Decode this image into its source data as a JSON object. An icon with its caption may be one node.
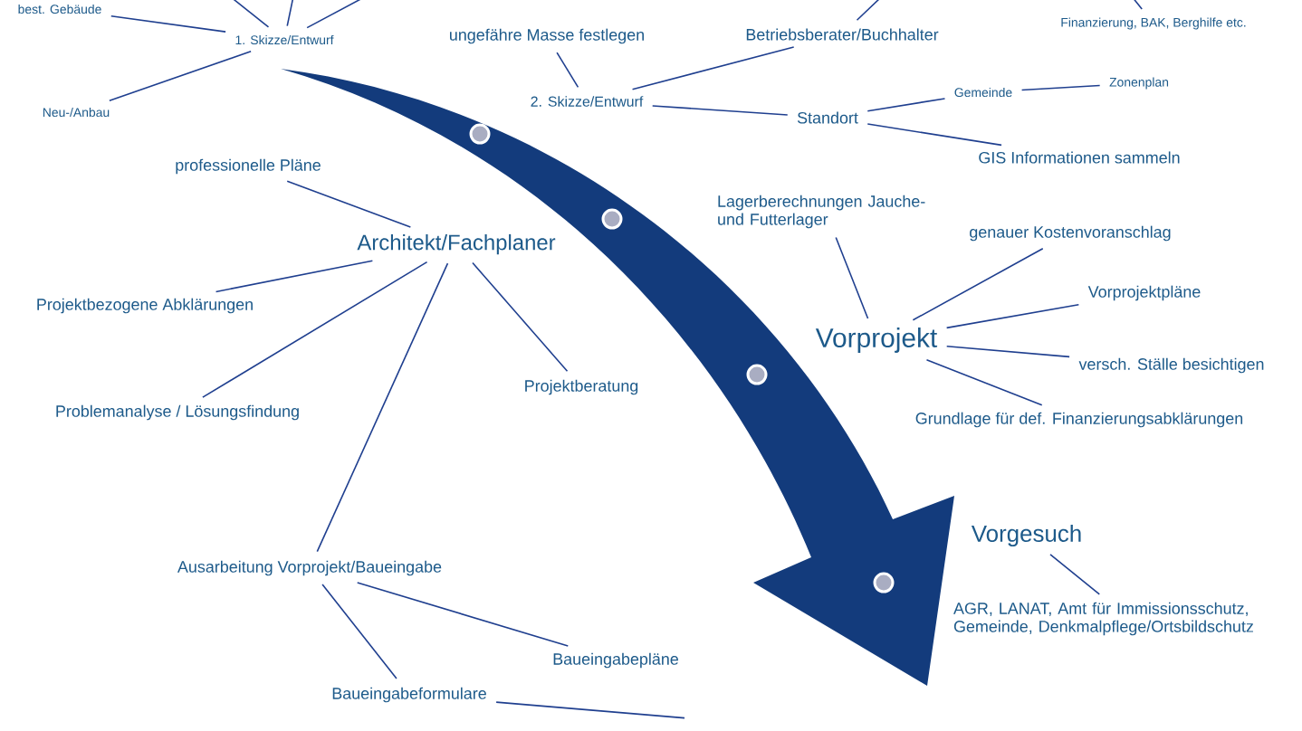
{
  "diagram": {
    "nodes": [
      {
        "text": [
          "best. Gebäude"
        ]
      },
      {
        "text": [
          "1. Skizze/Entwurf"
        ]
      },
      {
        "text": [
          "Neu-/Anbau"
        ]
      },
      {
        "text": [
          "ungefähre Masse festlegen"
        ]
      },
      {
        "text": [
          "2. Skizze/Entwurf"
        ]
      },
      {
        "text": [
          "Betriebsberater/Buchhalter"
        ]
      },
      {
        "text": [
          "Finanzierung, BAK, Berghilfe etc."
        ]
      },
      {
        "text": [
          "Standort"
        ]
      },
      {
        "text": [
          "Gemeinde"
        ]
      },
      {
        "text": [
          "Zonenplan"
        ]
      },
      {
        "text": [
          "GIS Informationen sammeln"
        ]
      },
      {
        "text": [
          "professionelle Pläne"
        ]
      },
      {
        "text": [
          "Architekt/Fachplaner"
        ]
      },
      {
        "text": [
          "Projektbezogene Abklärungen"
        ]
      },
      {
        "text": [
          "Problemanalyse / Lösungsfindung"
        ]
      },
      {
        "text": [
          "Projektberatung"
        ]
      },
      {
        "text": [
          "Lagerberechnungen Jauche- und Futterlager"
        ]
      },
      {
        "text": [
          "genauer Kostenvoranschlag"
        ]
      },
      {
        "text": [
          "Vorprojekt"
        ]
      },
      {
        "text": [
          "Vorprojektpläne"
        ]
      },
      {
        "text": [
          "versch. Ställe besichtigen"
        ]
      },
      {
        "text": [
          "Grundlage für def. Finanzierungsabklärungen"
        ]
      },
      {
        "text": [
          "Vorgesuch"
        ]
      },
      {
        "text": [
          "AGR, LANAT, Amt für Immissionsschutz, Gemeinde, Denkmalpflege/Ortsbildschutz"
        ]
      },
      {
        "text": [
          "Ausarbeitung Vorprojekt/Baueingabe"
        ]
      },
      {
        "text": [
          "Baueingabepläne"
        ]
      },
      {
        "text": [
          "Baueingabeformulare"
        ]
      }
    ],
    "edges": [
      {
        "from": 0,
        "to": 1,
        "arrow": "none"
      },
      {
        "from": 1,
        "to": null,
        "arrow": "none"
      },
      {
        "from": 1,
        "to": null,
        "arrow": "none"
      },
      {
        "from": 1,
        "to": null,
        "arrow": "none"
      },
      {
        "from": 1,
        "to": 2,
        "arrow": "none"
      },
      {
        "from": 3,
        "to": 4,
        "arrow": "none"
      },
      {
        "from": 4,
        "to": 5,
        "arrow": "none"
      },
      {
        "from": 4,
        "to": 7,
        "arrow": "none"
      },
      {
        "from": 5,
        "to": null,
        "arrow": "none"
      },
      {
        "from": 6,
        "to": null,
        "arrow": "none"
      },
      {
        "from": 7,
        "to": 8,
        "arrow": "none"
      },
      {
        "from": 8,
        "to": 9,
        "arrow": "none"
      },
      {
        "from": 7,
        "to": 10,
        "arrow": "none"
      },
      {
        "from": 11,
        "to": 12,
        "arrow": "none"
      },
      {
        "from": 12,
        "to": 13,
        "arrow": "none"
      },
      {
        "from": 12,
        "to": 14,
        "arrow": "none"
      },
      {
        "from": 12,
        "to": 24,
        "arrow": "none"
      },
      {
        "from": 12,
        "to": 15,
        "arrow": "none"
      },
      {
        "from": 16,
        "to": 18,
        "arrow": "none"
      },
      {
        "from": 17,
        "to": 18,
        "arrow": "none"
      },
      {
        "from": 18,
        "to": 19,
        "arrow": "none"
      },
      {
        "from": 18,
        "to": 20,
        "arrow": "none"
      },
      {
        "from": 18,
        "to": 21,
        "arrow": "none"
      },
      {
        "from": 22,
        "to": 23,
        "arrow": "none"
      },
      {
        "from": 24,
        "to": 26,
        "arrow": "none"
      },
      {
        "from": 24,
        "to": 25,
        "arrow": "none"
      },
      {
        "from": 26,
        "to": null,
        "arrow": "none"
      }
    ]
  }
}
